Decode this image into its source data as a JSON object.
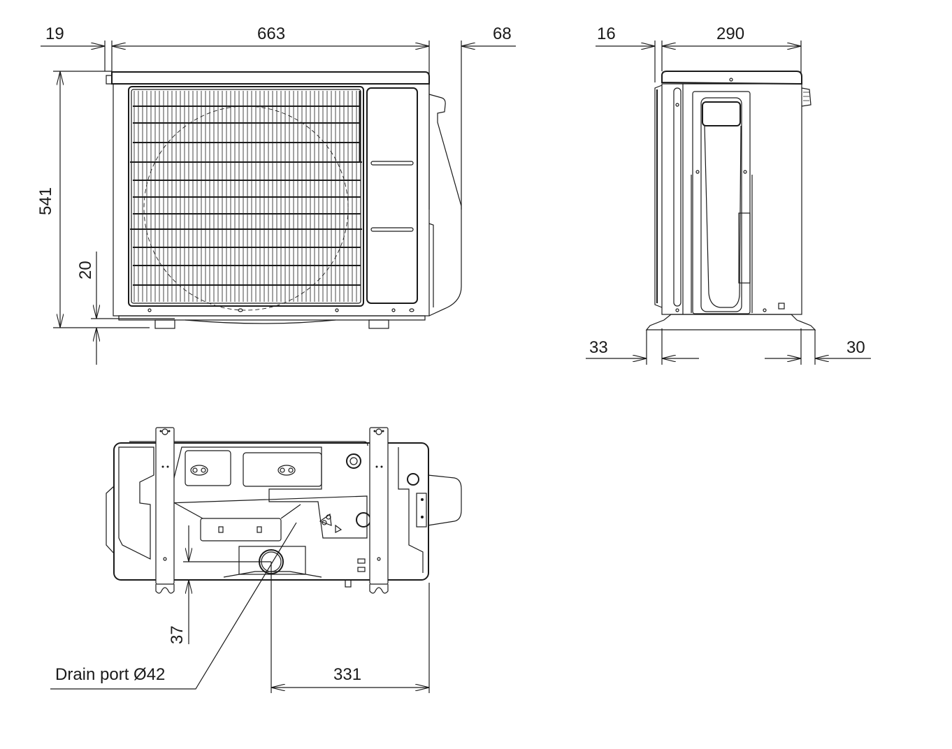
{
  "drawing": {
    "line_color": "#1a1a1a",
    "background": "#ffffff"
  },
  "front_view": {
    "dims": {
      "left_offset": "19",
      "width": "663",
      "right_offset": "68",
      "height": "541",
      "foot_height": "20"
    }
  },
  "side_view": {
    "dims": {
      "left_offset": "16",
      "depth": "290",
      "base_left": "33",
      "base_right": "30"
    }
  },
  "bottom_view": {
    "dims": {
      "drain_offset_y": "37",
      "drain_offset_x": "331"
    },
    "callouts": {
      "drain_port": "Drain port Ø42"
    }
  }
}
